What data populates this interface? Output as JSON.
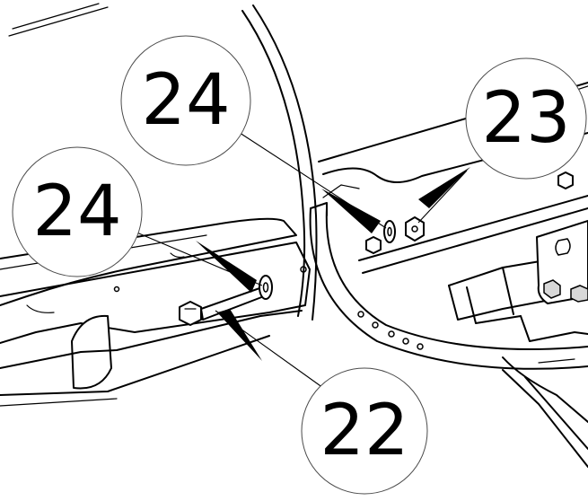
{
  "diagram": {
    "callouts": [
      {
        "id": "top-left",
        "label": "24"
      },
      {
        "id": "top-right",
        "label": "23"
      },
      {
        "id": "mid-left",
        "label": "24"
      },
      {
        "id": "bottom",
        "label": "22"
      }
    ]
  }
}
